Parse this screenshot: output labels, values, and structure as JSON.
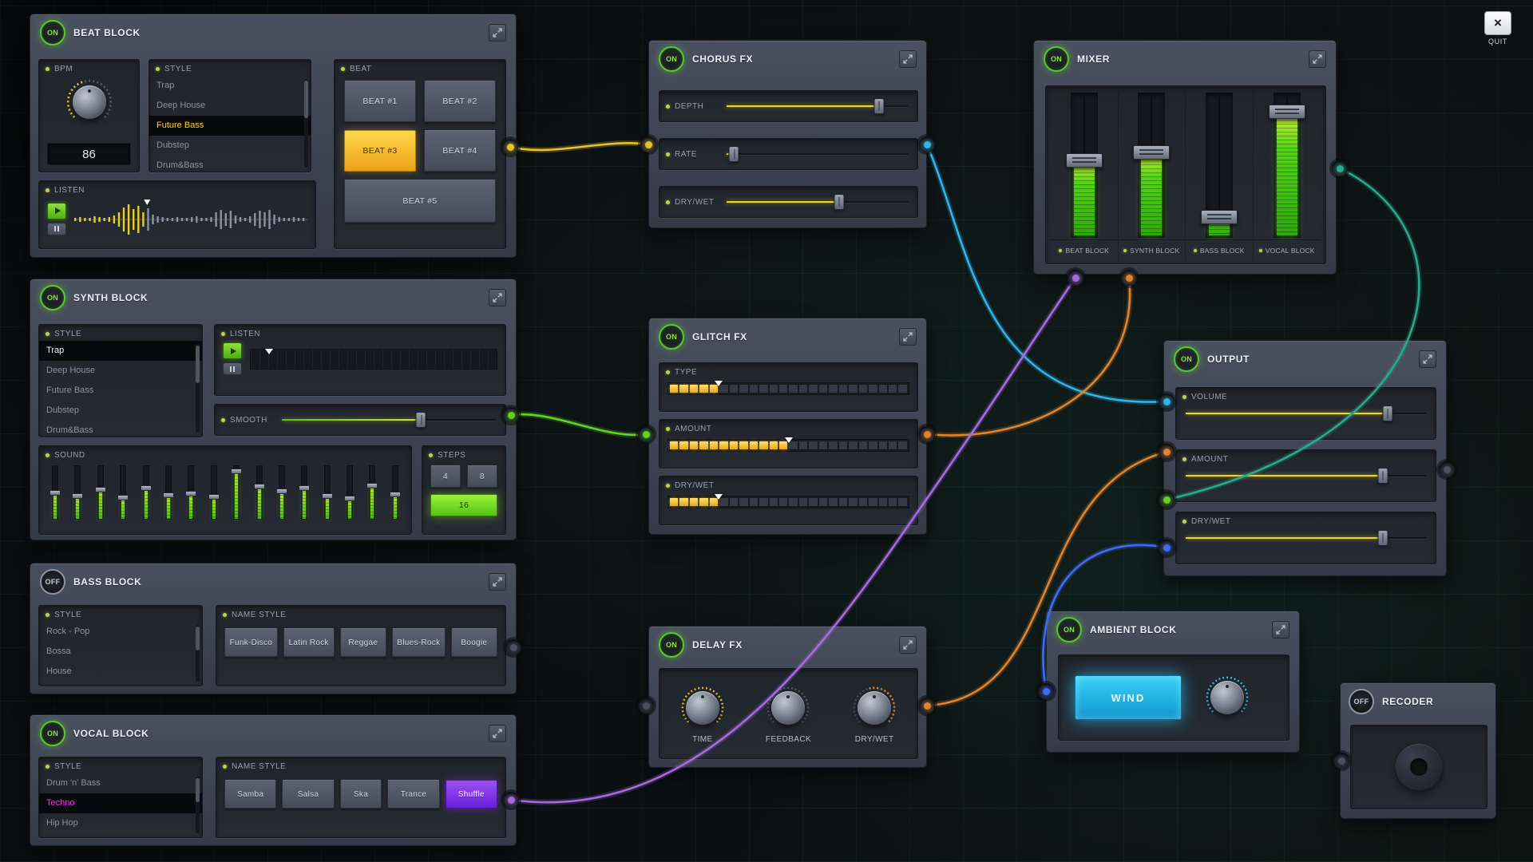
{
  "colors": {
    "accent_yellow": "#e6c229",
    "accent_green": "#62d31f",
    "accent_cyan": "#2fb3e8",
    "accent_teal": "#2aa98c",
    "accent_orange": "#e0832a",
    "accent_purple": "#a869e0",
    "accent_blue": "#3f6cf0",
    "accent_magenta": "#f03ae8"
  },
  "quit": {
    "label": "QUIT"
  },
  "beat_block": {
    "title": "BEAT BLOCK",
    "power": "ON",
    "bpm": {
      "label": "BPM",
      "value": "86"
    },
    "style": {
      "label": "STYLE",
      "selected": "Future Bass",
      "items": [
        "Trap",
        "Deep House",
        "Future Bass",
        "Dubstep",
        "Drum&Bass"
      ]
    },
    "beat": {
      "label": "BEAT",
      "selected": "BEAT #3",
      "buttons": [
        "BEAT #1",
        "BEAT #2",
        "BEAT #3",
        "BEAT #4",
        "BEAT #5"
      ]
    },
    "listen": {
      "label": "LISTEN"
    }
  },
  "synth_block": {
    "title": "SYNTH BLOCK",
    "power": "ON",
    "style": {
      "label": "STYLE",
      "selected": "Trap",
      "items": [
        "Trap",
        "Deep House",
        "Future Bass",
        "Dubstep",
        "Drum&Bass"
      ]
    },
    "listen": {
      "label": "LISTEN"
    },
    "smooth": {
      "label": "SMOOTH",
      "value_pct": 65
    },
    "sound": {
      "label": "SOUND",
      "levels": [
        48,
        42,
        55,
        40,
        58,
        44,
        47,
        41,
        88,
        60,
        52,
        58,
        42,
        38,
        62,
        46
      ]
    },
    "steps": {
      "label": "STEPS",
      "selected": "16",
      "buttons": [
        "4",
        "8",
        "16"
      ]
    }
  },
  "bass_block": {
    "title": "BASS BLOCK",
    "power": "OFF",
    "style": {
      "label": "STYLE",
      "items": [
        "Rock - Pop",
        "Bossa",
        "House"
      ]
    },
    "name_style": {
      "label": "NAME STYLE",
      "buttons": [
        "Funk-Disco",
        "Latin Rock",
        "Reggae",
        "Blues-Rock",
        "Boogie"
      ]
    }
  },
  "vocal_block": {
    "title": "VOCAL BLOCK",
    "power": "ON",
    "style": {
      "label": "STYLE",
      "selected": "Techno",
      "items": [
        "Drum 'n' Bass",
        "Techno",
        "Hip Hop"
      ]
    },
    "name_style": {
      "label": "NAME STYLE",
      "selected": "Shuffle",
      "buttons": [
        "Samba",
        "Salsa",
        "Ska",
        "Trance",
        "Shuffle"
      ]
    }
  },
  "chorus_fx": {
    "title": "CHORUS FX",
    "power": "ON",
    "sliders": [
      {
        "label": "DEPTH",
        "value_pct": 84
      },
      {
        "label": "RATE",
        "value_pct": 4
      },
      {
        "label": "DRY/WET",
        "value_pct": 62
      }
    ]
  },
  "glitch_fx": {
    "title": "GLITCH FX",
    "power": "ON",
    "steppers": [
      {
        "label": "TYPE",
        "lit": 5,
        "total": 24
      },
      {
        "label": "AMOUNT",
        "lit": 12,
        "total": 24
      },
      {
        "label": "DRY/WET",
        "lit": 5,
        "total": 24
      }
    ]
  },
  "delay_fx": {
    "title": "DELAY FX",
    "power": "ON",
    "knobs": [
      {
        "label": "TIME"
      },
      {
        "label": "FEEDBACK"
      },
      {
        "label": "DRY/WET"
      }
    ]
  },
  "mixer": {
    "title": "MIXER",
    "power": "ON",
    "channels": [
      {
        "label": "BEAT BLOCK",
        "level_pct": 52
      },
      {
        "label": "SYNTH BLOCK",
        "level_pct": 58
      },
      {
        "label": "BASS BLOCK",
        "level_pct": 13
      },
      {
        "label": "VOCAL BLOCK",
        "level_pct": 86
      }
    ]
  },
  "output": {
    "title": "OUTPUT",
    "power": "ON",
    "sliders": [
      {
        "label": "VOLUME",
        "value_pct": 84
      },
      {
        "label": "AMOUNT",
        "value_pct": 82
      },
      {
        "label": "DRY/WET",
        "value_pct": 82
      }
    ]
  },
  "ambient_block": {
    "title": "AMBIENT BLOCK",
    "power": "ON",
    "display": "WIND"
  },
  "recoder": {
    "title": "RECODER",
    "power": "OFF"
  }
}
